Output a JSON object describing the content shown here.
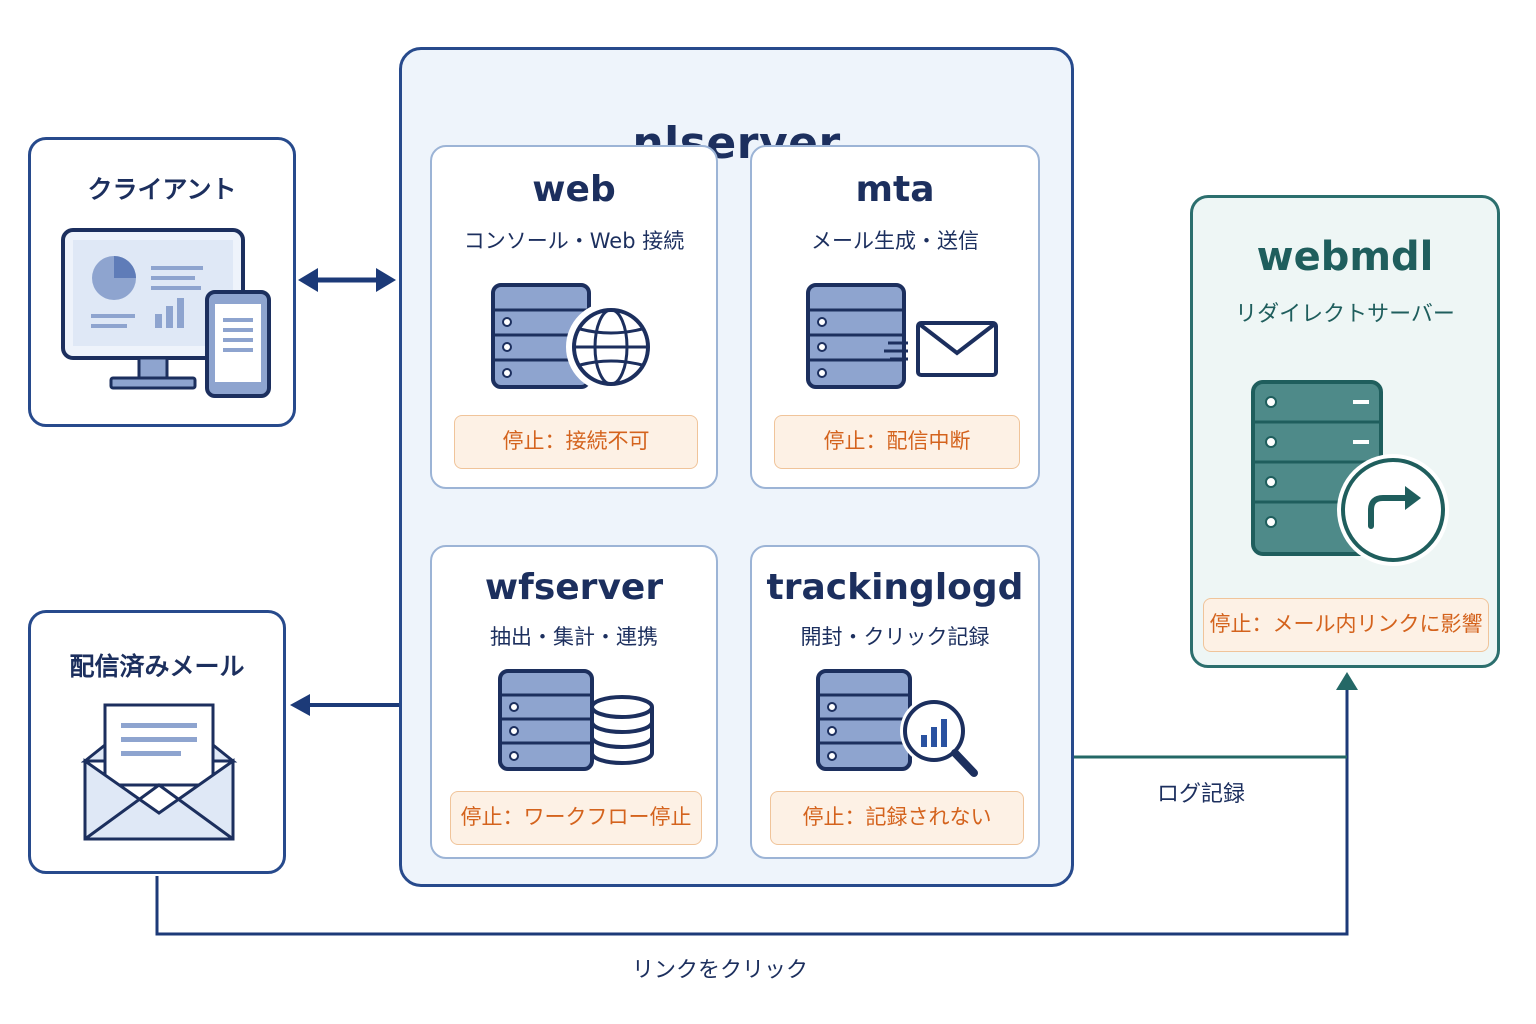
{
  "diagram": {
    "main": {
      "title": "nlserver"
    },
    "services": {
      "web": {
        "title": "web",
        "subtitle": "コンソール・Web 接続",
        "stop": "停止：接続不可"
      },
      "mta": {
        "title": "mta",
        "subtitle": "メール生成・送信",
        "stop": "停止：配信中断"
      },
      "wfserver": {
        "title": "wfserver",
        "subtitle": "抽出・集計・連携",
        "stop": "停止：ワークフロー停止"
      },
      "trackinglogd": {
        "title": "trackinglogd",
        "subtitle": "開封・クリック記録",
        "stop": "停止：記録されない"
      }
    },
    "client": {
      "title": "クライアント"
    },
    "mail": {
      "title": "配信済みメール"
    },
    "webmdl": {
      "title": "webmdl",
      "subtitle": "リダイレクトサーバー",
      "stop": "停止：メール内リンクに影響"
    },
    "edges": {
      "log": "ログ記録",
      "click": "リンクをクリック"
    },
    "colors": {
      "navy": "#1c2f5e",
      "teal": "#1f5e5d",
      "warning": "#d4631d"
    }
  }
}
